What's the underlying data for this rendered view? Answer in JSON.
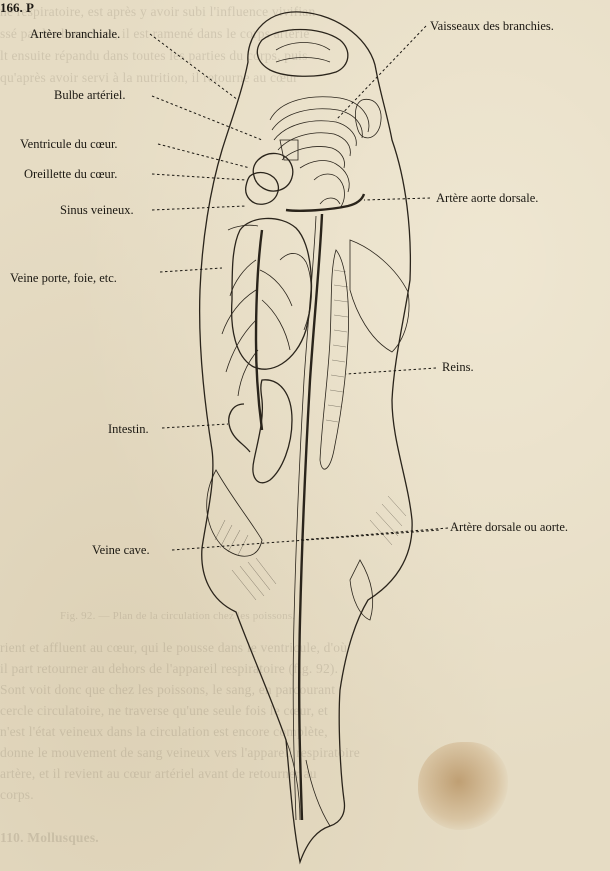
{
  "page": {
    "header_fragment": "166. P",
    "ghost_lines_top": [
      "ne respiratoire, est après y avoir subi l'influence vivifian",
      "ssé par les branchies, il est ramené dans le corps artérie",
      "lt ensuite répandu dans toutes les parties du corps, puis",
      "qu'après avoir servi à la nutrition, il retourne au cœur"
    ],
    "caption_ghost": "Fig. 92. — Plan de la circulation chez les poissons.",
    "ghost_lines_bottom": [
      "rient et affluent au cœur, qui le pousse dans le ventricule, d'où",
      "il part retourner au dehors de l'appareil respiratoire (fig. 92).",
      "Sont voit donc que chez les poissons, le sang, en parcourant",
      "cercle circulatoire, ne traverse qu'une seule fois le cœur, et",
      "n'est l'état veineux dans la circulation est encore complète,",
      "donne le mouvement de sang veineux vers l'appareil respiratoire",
      "artère, et il revient au cœur artériel avant de retourner au",
      "corps.",
      "110. Mollusques."
    ]
  },
  "figure": {
    "labels": {
      "arteriole_branchiale": "Artère branchiale.",
      "bulbe_arteriel": "Bulbe artériel.",
      "ventricule": "Ventricule du cœur.",
      "oreillette": "Oreillette du cœur.",
      "sinus_veineux": "Sinus veineux.",
      "veine_porte": "Veine porte, foie, etc.",
      "intestin": "Intestin.",
      "veine_cave": "Veine cave.",
      "vaisseaux_branchies": "Vaisseaux des branchies.",
      "artere_aorte_dorsale": "Artère aorte dorsale.",
      "reins": "Reins.",
      "artere_dorsale_ou_aorte": "Artère dorsale ou aorte."
    }
  }
}
